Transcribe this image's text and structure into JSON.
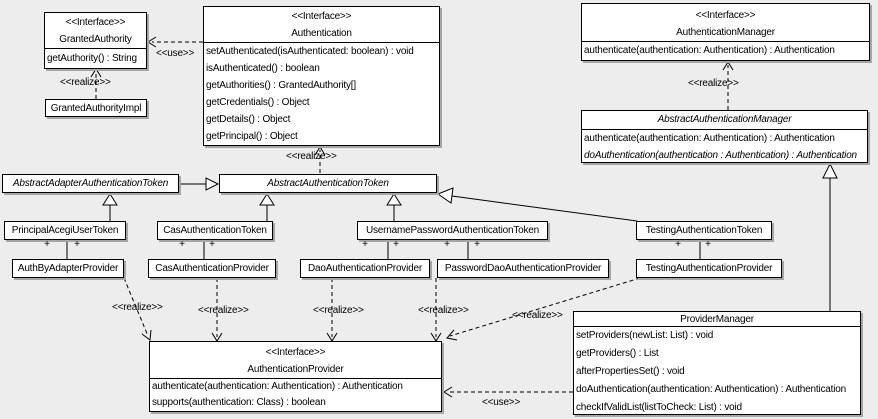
{
  "labels": {
    "interface": "<<Interface>>",
    "realize": "<<realize>>",
    "use": "<<use>>",
    "plus": "+"
  },
  "colors": {
    "background": "#ededed",
    "box_fill": "#ffffff",
    "border": "#000000",
    "shadow": "#a6a6a6"
  },
  "classes": {
    "granted_authority": {
      "stereotype": "<<Interface>>",
      "name": "GrantedAuthority",
      "methods": [
        "getAuthority() : String"
      ]
    },
    "granted_authority_impl": {
      "name": "GrantedAuthorityImpl"
    },
    "authentication": {
      "stereotype": "<<Interface>>",
      "name": "Authentication",
      "methods": [
        "setAuthenticated(isAuthenticated: boolean) : void",
        "isAuthenticated() : boolean",
        "getAuthorities() : GrantedAuthority[]",
        "getCredentials() : Object",
        "getDetails() : Object",
        "getPrincipal() : Object"
      ]
    },
    "authentication_manager": {
      "stereotype": "<<Interface>>",
      "name": "AuthenticationManager",
      "methods": [
        "authenticate(authentication: Authentication) : Authentication"
      ]
    },
    "abstract_authentication_manager": {
      "name": "AbstractAuthenticationManager",
      "abstract": true,
      "methods": [
        "authenticate(authentication: Authentication) : Authentication",
        "doAuthentication(authentication : Authentication) : Authentication"
      ]
    },
    "abstract_adapter_authentication_token": {
      "name": "AbstractAdapterAuthenticationToken",
      "abstract": true
    },
    "abstract_authentication_token": {
      "name": "AbstractAuthenticationToken",
      "abstract": true
    },
    "principal_acegi_user_token": {
      "name": "PrincipalAcegiUserToken"
    },
    "cas_authentication_token": {
      "name": "CasAuthenticationToken"
    },
    "username_password_authentication_token": {
      "name": "UsernamePasswordAuthenticationToken"
    },
    "testing_authentication_token": {
      "name": "TestingAuthenticationToken"
    },
    "auth_by_adapter_provider": {
      "name": "AuthByAdapterProvider"
    },
    "cas_authentication_provider": {
      "name": "CasAuthenticationProvider"
    },
    "dao_authentication_provider": {
      "name": "DaoAuthenticationProvider"
    },
    "password_dao_authentication_provider": {
      "name": "PasswordDaoAuthenticationProvider"
    },
    "testing_authentication_provider": {
      "name": "TestingAuthenticationProvider"
    },
    "authentication_provider": {
      "stereotype": "<<Interface>>",
      "name": "AuthenticationProvider",
      "methods": [
        "authenticate(authentication: Authentication) : Authentication",
        "supports(authentication: Class) : boolean"
      ]
    },
    "provider_manager": {
      "name": "ProviderManager",
      "methods": [
        "setProviders(newList: List) : void",
        "getProviders() : List",
        "afterPropertiesSet() : void",
        "doAuthentication(authentication: Authentication) : Authentication",
        "checkIfValidList(listToCheck: List) : void"
      ]
    }
  },
  "relationships": [
    {
      "type": "use",
      "from": "Authentication",
      "to": "GrantedAuthority"
    },
    {
      "type": "realize",
      "from": "GrantedAuthorityImpl",
      "to": "GrantedAuthority"
    },
    {
      "type": "realize",
      "from": "AbstractAuthenticationToken",
      "to": "Authentication"
    },
    {
      "type": "realize",
      "from": "AbstractAuthenticationManager",
      "to": "AuthenticationManager"
    },
    {
      "type": "generalize",
      "from": "AbstractAdapterAuthenticationToken",
      "to": "AbstractAuthenticationToken"
    },
    {
      "type": "generalize",
      "from": "PrincipalAcegiUserToken",
      "to": "AbstractAdapterAuthenticationToken"
    },
    {
      "type": "generalize",
      "from": "CasAuthenticationToken",
      "to": "AbstractAuthenticationToken"
    },
    {
      "type": "generalize",
      "from": "UsernamePasswordAuthenticationToken",
      "to": "AbstractAuthenticationToken"
    },
    {
      "type": "generalize",
      "from": "TestingAuthenticationToken",
      "to": "AbstractAuthenticationToken"
    },
    {
      "type": "generalize",
      "from": "ProviderManager",
      "to": "AbstractAuthenticationManager"
    },
    {
      "type": "association",
      "from": "PrincipalAcegiUserToken",
      "to": "AuthByAdapterProvider"
    },
    {
      "type": "association",
      "from": "CasAuthenticationToken",
      "to": "CasAuthenticationProvider"
    },
    {
      "type": "association",
      "from": "UsernamePasswordAuthenticationToken",
      "to": "DaoAuthenticationProvider"
    },
    {
      "type": "association",
      "from": "UsernamePasswordAuthenticationToken",
      "to": "PasswordDaoAuthenticationProvider"
    },
    {
      "type": "association",
      "from": "TestingAuthenticationToken",
      "to": "TestingAuthenticationProvider"
    },
    {
      "type": "realize",
      "from": "AuthByAdapterProvider",
      "to": "AuthenticationProvider"
    },
    {
      "type": "realize",
      "from": "CasAuthenticationProvider",
      "to": "AuthenticationProvider"
    },
    {
      "type": "realize",
      "from": "DaoAuthenticationProvider",
      "to": "AuthenticationProvider"
    },
    {
      "type": "realize",
      "from": "PasswordDaoAuthenticationProvider",
      "to": "AuthenticationProvider"
    },
    {
      "type": "realize",
      "from": "TestingAuthenticationProvider",
      "to": "AuthenticationProvider"
    },
    {
      "type": "use",
      "from": "ProviderManager",
      "to": "AuthenticationProvider"
    }
  ]
}
